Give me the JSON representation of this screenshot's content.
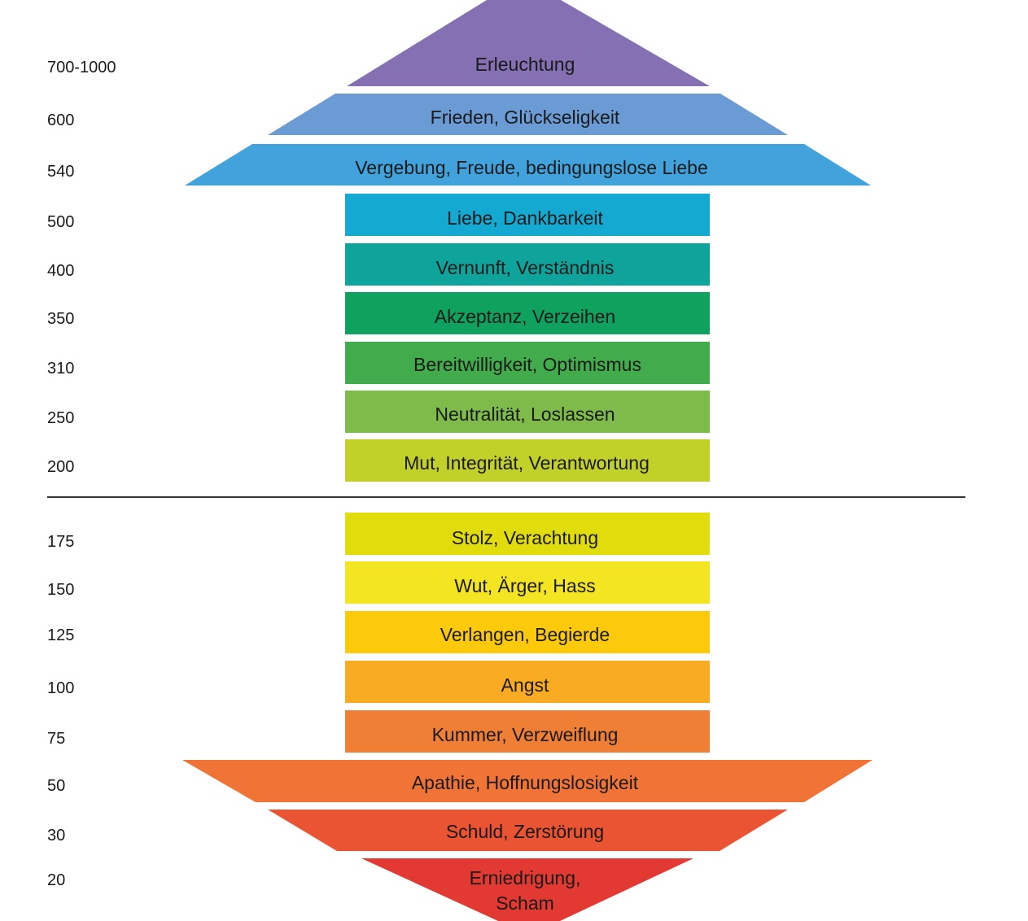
{
  "levels": [
    {
      "value": "700-1000",
      "label": "Erleuchtung",
      "color": "#8470b2"
    },
    {
      "value": "600",
      "label": "Frieden, Glückseligkeit",
      "color": "#6b9bd5"
    },
    {
      "value": "540",
      "label": "Vergebung, Freude, bedingungslose Liebe",
      "color": "#41a2dc"
    },
    {
      "value": "500",
      "label": "Liebe, Dankbarkeit",
      "color": "#14a9d0"
    },
    {
      "value": "400",
      "label": "Vernunft, Verständnis",
      "color": "#0fa49b"
    },
    {
      "value": "350",
      "label": "Akzeptanz, Verzeihen",
      "color": "#0ea25e"
    },
    {
      "value": "310",
      "label": "Bereitwilligkeit, Optimismus",
      "color": "#42ab4c"
    },
    {
      "value": "250",
      "label": "Neutralität, Loslassen",
      "color": "#7ebb4b"
    },
    {
      "value": "200",
      "label": "Mut, Integrität, Verantwortung",
      "color": "#c2d12a"
    },
    {
      "value": "175",
      "label": "Stolz, Verachtung",
      "color": "#e1dc0b"
    },
    {
      "value": "150",
      "label": "Wut, Ärger, Hass",
      "color": "#f3e522"
    },
    {
      "value": "125",
      "label": "Verlangen, Begierde",
      "color": "#fcca0a"
    },
    {
      "value": "100",
      "label": "Angst",
      "color": "#f8ab23"
    },
    {
      "value": "75",
      "label": "Kummer, Verzweiflung",
      "color": "#f07f36"
    },
    {
      "value": "50",
      "label": "Apathie, Hoffnungslosigkeit",
      "color": "#f07436"
    },
    {
      "value": "30",
      "label": "Schuld, Zerstörung",
      "color": "#ea5433"
    },
    {
      "value": "20",
      "label": "Erniedrigung, Scham",
      "color": "#e23a33"
    }
  ]
}
